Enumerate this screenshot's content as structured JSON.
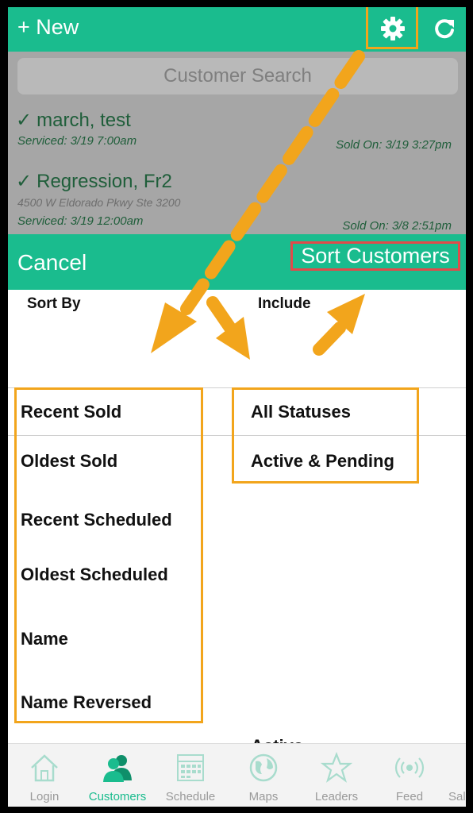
{
  "topbar": {
    "new_label": "+ New"
  },
  "search": {
    "placeholder": "Customer Search"
  },
  "customers": [
    {
      "check": "✓",
      "name": "march, test",
      "address": "",
      "serviced": "Serviced: 3/19 7:00am",
      "sold": "Sold On: 3/19 3:27pm"
    },
    {
      "check": "✓",
      "name": "Regression, Fr2",
      "address": "4500 W Eldorado Pkwy Ste 3200",
      "serviced": "Serviced: 3/19 12:00am",
      "sold": "Sold On: 3/8 2:51pm"
    }
  ],
  "sheet": {
    "cancel_label": "Cancel",
    "title": "Sort Customers"
  },
  "columns": {
    "sort_by": "Sort By",
    "include": "Include"
  },
  "sort_options": [
    "Recent Sold",
    "Oldest Sold",
    "Recent Scheduled",
    "Oldest Scheduled",
    "Name",
    "Name Reversed"
  ],
  "include_options": [
    "All Statuses",
    "Active & Pending"
  ],
  "peek_text": "Active",
  "tabs": [
    {
      "label": "Login",
      "icon": "home-icon"
    },
    {
      "label": "Customers",
      "icon": "people-icon"
    },
    {
      "label": "Schedule",
      "icon": "calendar-icon"
    },
    {
      "label": "Maps",
      "icon": "globe-icon"
    },
    {
      "label": "Leaders",
      "icon": "star-icon"
    },
    {
      "label": "Feed",
      "icon": "broadcast-icon"
    },
    {
      "label": "Sal",
      "icon": ""
    }
  ],
  "colors": {
    "accent": "#1abc8e",
    "highlight": "#f2a51c",
    "title_border": "#e24a4a",
    "dim": "#a6a6a6",
    "customer_text": "#1f5e3a"
  }
}
